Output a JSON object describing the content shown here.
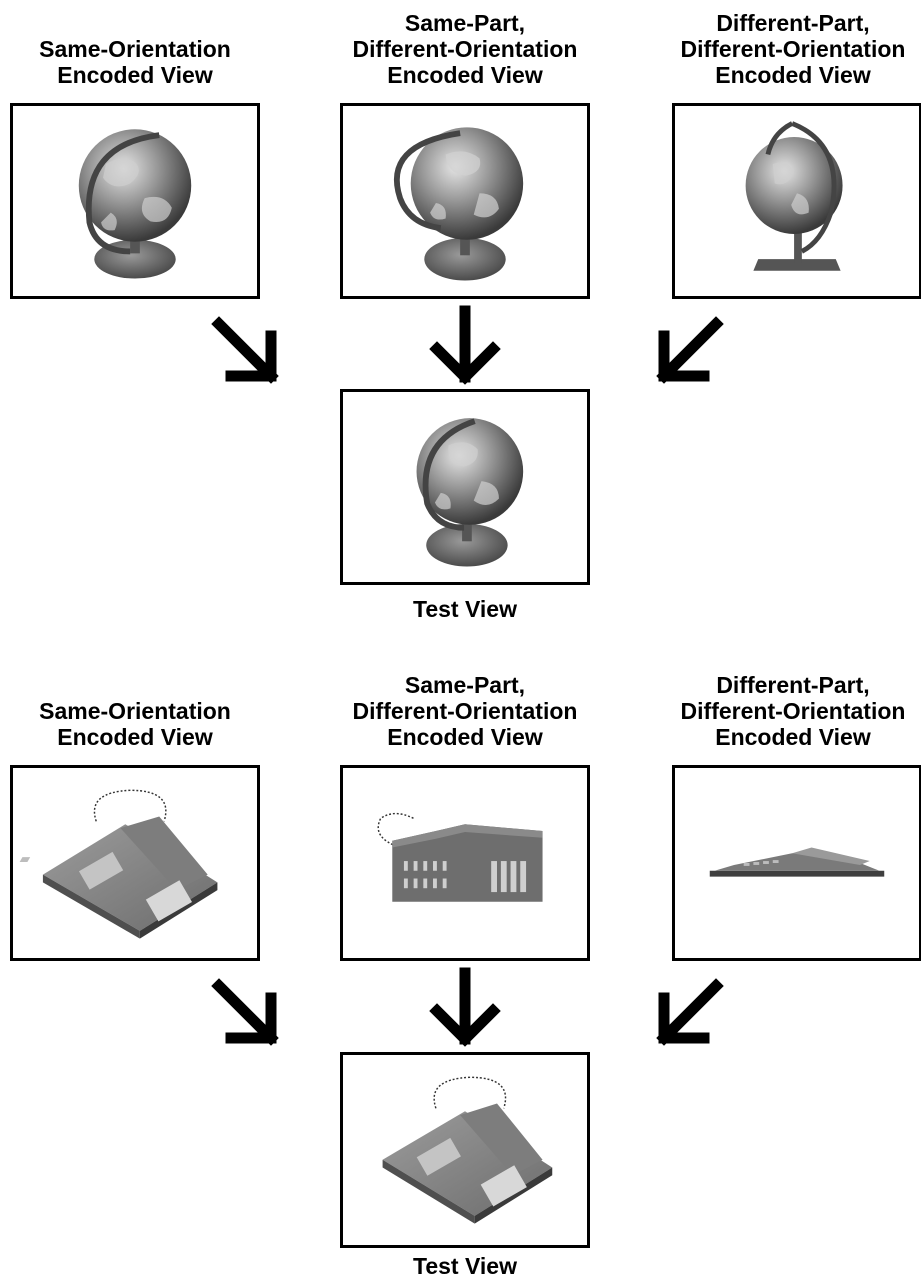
{
  "panels": [
    {
      "object": "globe",
      "encoded_views": [
        {
          "label_lines": [
            "Same-Orientation",
            "Encoded View"
          ],
          "image": "globe-same-orientation"
        },
        {
          "label_lines": [
            "Same-Part,",
            "Different-Orientation",
            "Encoded View"
          ],
          "image": "globe-same-part-different-orientation"
        },
        {
          "label_lines": [
            "Different-Part,",
            "Different-Orientation",
            "Encoded View"
          ],
          "image": "globe-different-part-different-orientation"
        }
      ],
      "test_view": {
        "label": "Test View",
        "image": "globe-test"
      }
    },
    {
      "object": "telephone",
      "encoded_views": [
        {
          "label_lines": [
            "Same-Orientation",
            "Encoded View"
          ],
          "image": "phone-same-orientation"
        },
        {
          "label_lines": [
            "Same-Part,",
            "Different-Orientation",
            "Encoded View"
          ],
          "image": "phone-same-part-different-orientation"
        },
        {
          "label_lines": [
            "Different-Part,",
            "Different-Orientation",
            "Encoded View"
          ],
          "image": "phone-different-part-different-orientation"
        }
      ],
      "test_view": {
        "label": "Test View",
        "image": "phone-test"
      }
    }
  ],
  "arrows": [
    "arrow-down-right-icon",
    "arrow-down-icon",
    "arrow-down-left-icon"
  ]
}
